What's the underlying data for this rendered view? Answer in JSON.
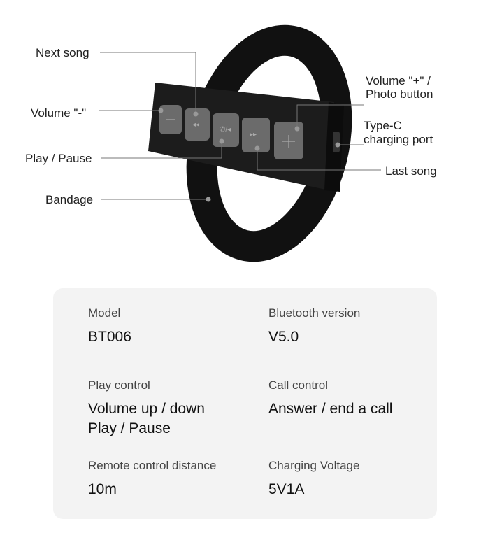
{
  "callouts": {
    "next_song": "Next song",
    "volume_minus": "Volume \"-\"",
    "play_pause": "Play / Pause",
    "bandage": "Bandage",
    "volume_plus_line1": "Volume \"+\" /",
    "volume_plus_line2": "Photo button",
    "typec_line1": "Type-C",
    "typec_line2": "charging port",
    "last_song": "Last song"
  },
  "specs": [
    {
      "label": "Model",
      "value": "BT006"
    },
    {
      "label": "Bluetooth version",
      "value": "V5.0"
    },
    {
      "label": "Play control",
      "value": "Volume up / down",
      "value2": "Play / Pause"
    },
    {
      "label": "Call control",
      "value": "Answer / end a call"
    },
    {
      "label": "Remote control distance",
      "value": "10m"
    },
    {
      "label": "Charging Voltage",
      "value": "5V1A"
    }
  ]
}
